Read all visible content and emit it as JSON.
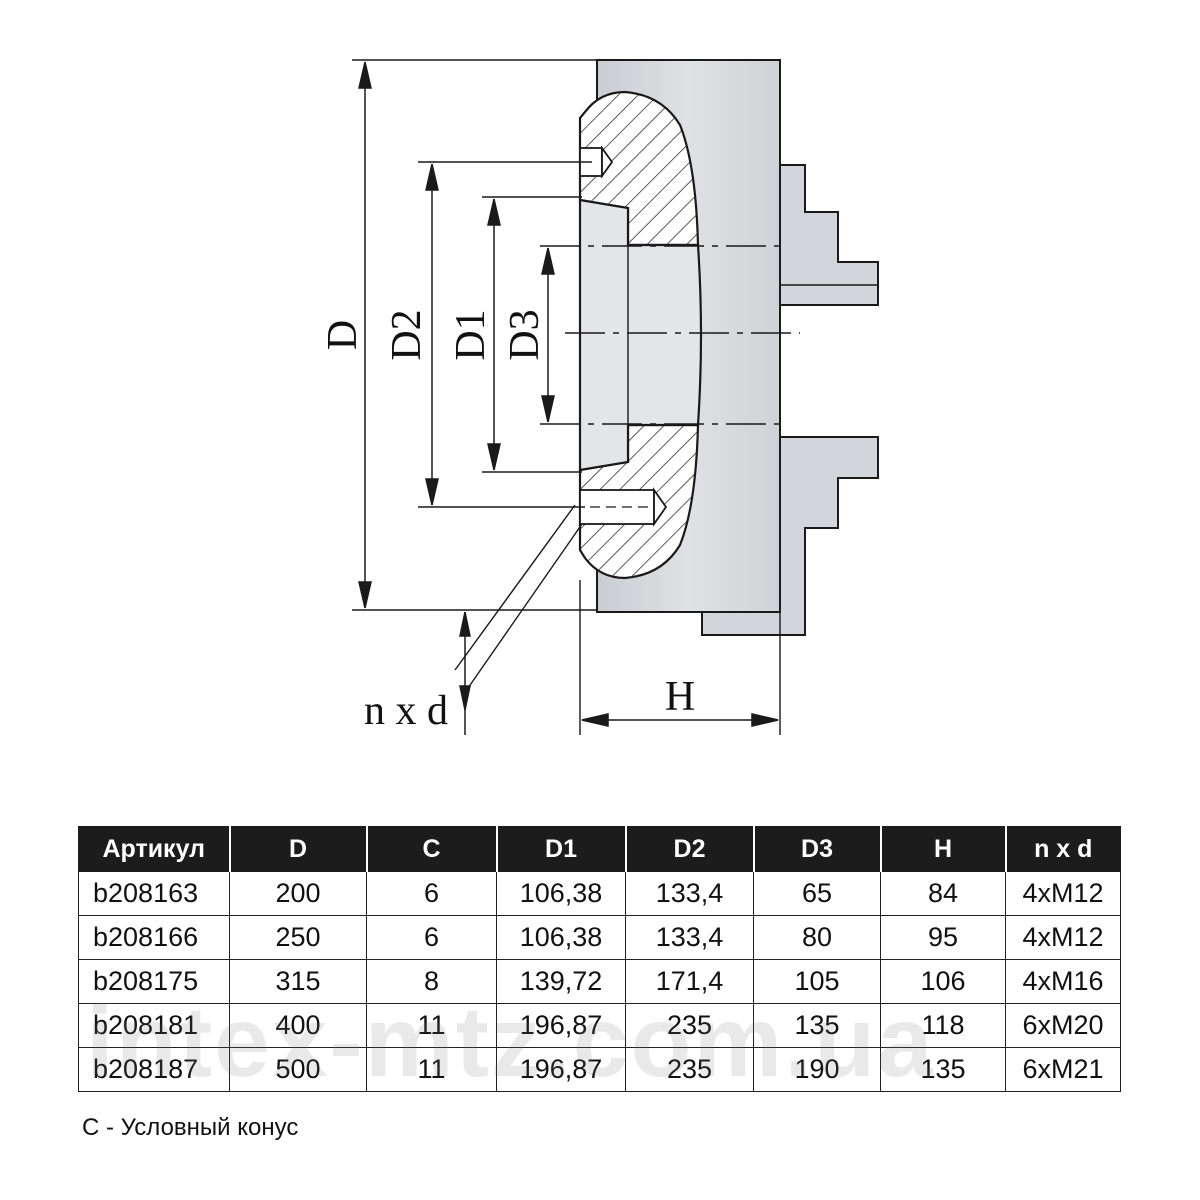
{
  "diagram": {
    "labels": {
      "D": "D",
      "D2": "D2",
      "D1": "D1",
      "D3": "D3",
      "nxd": "n x d",
      "H": "H"
    }
  },
  "table": {
    "headers": [
      "Артикул",
      "D",
      "C",
      "D1",
      "D2",
      "D3",
      "H",
      "n x d"
    ],
    "rows": [
      [
        "b208163",
        "200",
        "6",
        "106,38",
        "133,4",
        "65",
        "84",
        "4xM12"
      ],
      [
        "b208166",
        "250",
        "6",
        "106,38",
        "133,4",
        "80",
        "95",
        "4xM12"
      ],
      [
        "b208175",
        "315",
        "8",
        "139,72",
        "171,4",
        "105",
        "106",
        "4xM16"
      ],
      [
        "b208181",
        "400",
        "11",
        "196,87",
        "235",
        "135",
        "118",
        "6xM20"
      ],
      [
        "b208187",
        "500",
        "11",
        "196,87",
        "235",
        "190",
        "135",
        "6xM21"
      ]
    ]
  },
  "footnote": "С - Условный конус",
  "watermark": "intex-mtz.com.ua",
  "colors": {
    "body_gray": "#d4d6da",
    "line": "#1a1a1a",
    "header_bg": "#1c1c1c"
  }
}
